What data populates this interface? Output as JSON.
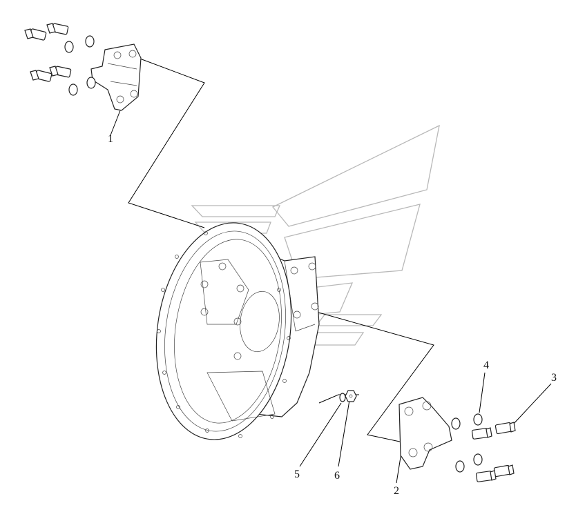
{
  "callouts": [
    {
      "id": "1",
      "label": "1"
    },
    {
      "id": "2",
      "label": "2"
    },
    {
      "id": "3",
      "label": "3"
    },
    {
      "id": "4",
      "label": "4"
    },
    {
      "id": "5",
      "label": "5"
    },
    {
      "id": "6",
      "label": "6"
    }
  ],
  "colors": {
    "line": "#000000",
    "watermark": "#b8b8b8",
    "background": "#ffffff"
  }
}
